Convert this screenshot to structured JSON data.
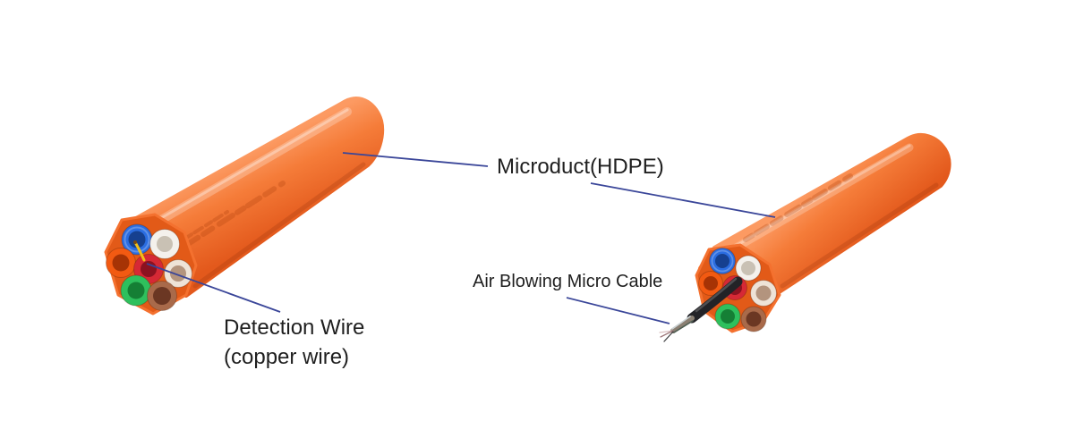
{
  "page": {
    "background": "#ffffff"
  },
  "labels": {
    "microduct": "Microduct(HDPE)",
    "detection_wire_line1": "Detection Wire",
    "detection_wire_line2": "(copper wire)",
    "air_blowing": "Air Blowing Micro Cable"
  },
  "colors": {
    "label_text": "#1f1f1f",
    "leader_line": "#3a4699",
    "jacket_light": "#fc9a62",
    "jacket_mid": "#f57c39",
    "jacket_dark": "#e3591c",
    "jacket_face": "#e25a18",
    "jacket_rim": "#f4712f",
    "tube_blue": "#2b6de0",
    "tube_blue_hole": "#16408f",
    "tube_white": "#f4f1ec",
    "tube_white_hole": "#c9c1b4",
    "tube_orange": "#f25a12",
    "tube_orange_hole": "#a63305",
    "tube_red": "#d62935",
    "tube_red_hole": "#8c1220",
    "tube_beige": "#eee3d7",
    "tube_beige_hole": "#b3947e",
    "tube_green": "#2ec05d",
    "tube_green_hole": "#157f35",
    "tube_brown": "#a96a4a",
    "tube_brown_hole": "#6b3723",
    "detection_wire": "#f2c018",
    "micro_cable": "#232327",
    "micro_cable_stripped": "#8a7f72"
  }
}
